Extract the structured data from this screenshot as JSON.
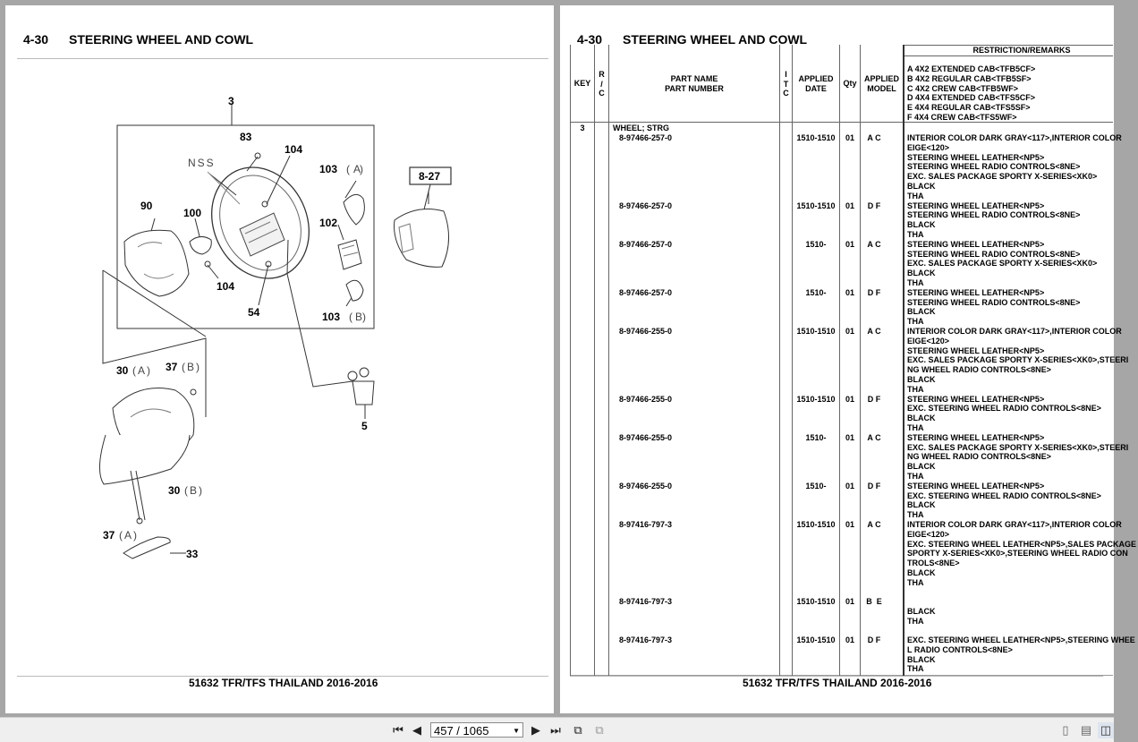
{
  "left_page": {
    "section": "4-30",
    "title": "STEERING WHEEL AND COWL",
    "footer": "51632 TFR/TFS THAILAND 2016-2016",
    "callouts": [
      "3",
      "83",
      "104",
      "NSS",
      "103",
      "A",
      "90",
      "100",
      "102",
      "104",
      "54",
      "103",
      "B",
      "8-27",
      "30",
      "A",
      "37",
      "B",
      "5",
      "30",
      "B",
      "37",
      "A",
      "33"
    ]
  },
  "right_page": {
    "section": "4-30",
    "title": "STEERING WHEEL AND COWL",
    "footer": "51632 TFR/TFS THAILAND 2016-2016",
    "table": {
      "headers": {
        "key": "KEY",
        "rc": [
          "R",
          "/",
          "C"
        ],
        "part": [
          "PART NAME",
          "PART NUMBER"
        ],
        "itc": [
          "I",
          "T",
          "C"
        ],
        "date": [
          "APPLIED",
          "DATE"
        ],
        "qty": "Qty",
        "model": [
          "APPLIED",
          "MODEL"
        ],
        "remarks": "RESTRICTION/REMARKS",
        "model_legend": [
          "A 4X2 EXTENDED CAB<TFB5CF>",
          "B 4X2 REGULAR CAB<TFB5SF>",
          "C 4X2 CREW CAB<TFB5WF>",
          "D 4X4 EXTENDED CAB<TFS5CF>",
          "E 4X4 REGULAR CAB<TFS5SF>",
          "F 4X4 CREW CAB<TFS5WF>"
        ]
      },
      "group": {
        "key": "3",
        "name": "WHEEL; STRG"
      },
      "rows": [
        {
          "part": "8-97466-257-0",
          "date": "1510-1510",
          "qty": "01",
          "model": "A C",
          "remarks": [
            "INTERIOR COLOR DARK GRAY<117>,INTERIOR COLOR",
            "EIGE<120>",
            "STEERING WHEEL LEATHER<NP5>",
            "STEERING WHEEL RADIO CONTROLS<8NE>",
            "EXC. SALES PACKAGE SPORTY X-SERIES<XK0>",
            "BLACK",
            "THA"
          ]
        },
        {
          "part": "8-97466-257-0",
          "date": "1510-1510",
          "qty": "01",
          "model": "D F",
          "remarks": [
            "STEERING WHEEL LEATHER<NP5>",
            "STEERING WHEEL RADIO CONTROLS<8NE>",
            "BLACK",
            "THA"
          ]
        },
        {
          "part": "8-97466-257-0",
          "date": "1510-",
          "qty": "01",
          "model": "A C",
          "remarks": [
            "STEERING WHEEL LEATHER<NP5>",
            "STEERING WHEEL RADIO CONTROLS<8NE>",
            "EXC. SALES PACKAGE SPORTY X-SERIES<XK0>",
            "BLACK",
            "THA"
          ]
        },
        {
          "part": "8-97466-257-0",
          "date": "1510-",
          "qty": "01",
          "model": "D F",
          "remarks": [
            "STEERING WHEEL LEATHER<NP5>",
            "STEERING WHEEL RADIO CONTROLS<8NE>",
            "BLACK",
            "THA"
          ]
        },
        {
          "part": "8-97466-255-0",
          "date": "1510-1510",
          "qty": "01",
          "model": "A C",
          "remarks": [
            "INTERIOR COLOR DARK GRAY<117>,INTERIOR COLOR",
            "EIGE<120>",
            "STEERING WHEEL LEATHER<NP5>",
            "EXC. SALES PACKAGE SPORTY X-SERIES<XK0>,STEERI",
            "NG WHEEL RADIO CONTROLS<8NE>",
            "BLACK",
            "THA"
          ]
        },
        {
          "part": "8-97466-255-0",
          "date": "1510-1510",
          "qty": "01",
          "model": "D F",
          "remarks": [
            "STEERING WHEEL LEATHER<NP5>",
            "EXC. STEERING WHEEL RADIO CONTROLS<8NE>",
            "BLACK",
            "THA"
          ]
        },
        {
          "part": "8-97466-255-0",
          "date": "1510-",
          "qty": "01",
          "model": "A C",
          "remarks": [
            "STEERING WHEEL LEATHER<NP5>",
            "EXC. SALES PACKAGE SPORTY X-SERIES<XK0>,STEERI",
            "NG WHEEL RADIO CONTROLS<8NE>",
            "BLACK",
            "THA"
          ]
        },
        {
          "part": "8-97466-255-0",
          "date": "1510-",
          "qty": "01",
          "model": "D F",
          "remarks": [
            "STEERING WHEEL LEATHER<NP5>",
            "EXC. STEERING WHEEL RADIO CONTROLS<8NE>",
            "BLACK",
            "THA"
          ]
        },
        {
          "part": "8-97416-797-3",
          "date": "1510-1510",
          "qty": "01",
          "model": "A C",
          "remarks": [
            "INTERIOR COLOR DARK GRAY<117>,INTERIOR COLOR",
            "EIGE<120>",
            "EXC. STEERING WHEEL LEATHER<NP5>,SALES PACKAGE",
            "SPORTY X-SERIES<XK0>,STEERING WHEEL RADIO CON",
            "TROLS<8NE>",
            "BLACK",
            "THA"
          ]
        },
        {
          "part": "8-97416-797-3",
          "date": "1510-1510",
          "qty": "01",
          "model": "B  E",
          "remarks": [
            "",
            "BLACK",
            "THA"
          ]
        },
        {
          "part": "8-97416-797-3",
          "date": "1510-1510",
          "qty": "01",
          "model": "D F",
          "remarks": [
            "EXC. STEERING WHEEL LEATHER<NP5>,STEERING WHEE",
            "L RADIO CONTROLS<8NE>",
            "BLACK",
            "THA"
          ]
        }
      ]
    }
  },
  "toolbar": {
    "page_indicator": "457 / 1065",
    "buttons": [
      "first-page",
      "previous-page",
      "next-page",
      "last-page",
      "rotate-page",
      "copy-page",
      "single-page-view",
      "continuous-view",
      "facing-view"
    ]
  }
}
